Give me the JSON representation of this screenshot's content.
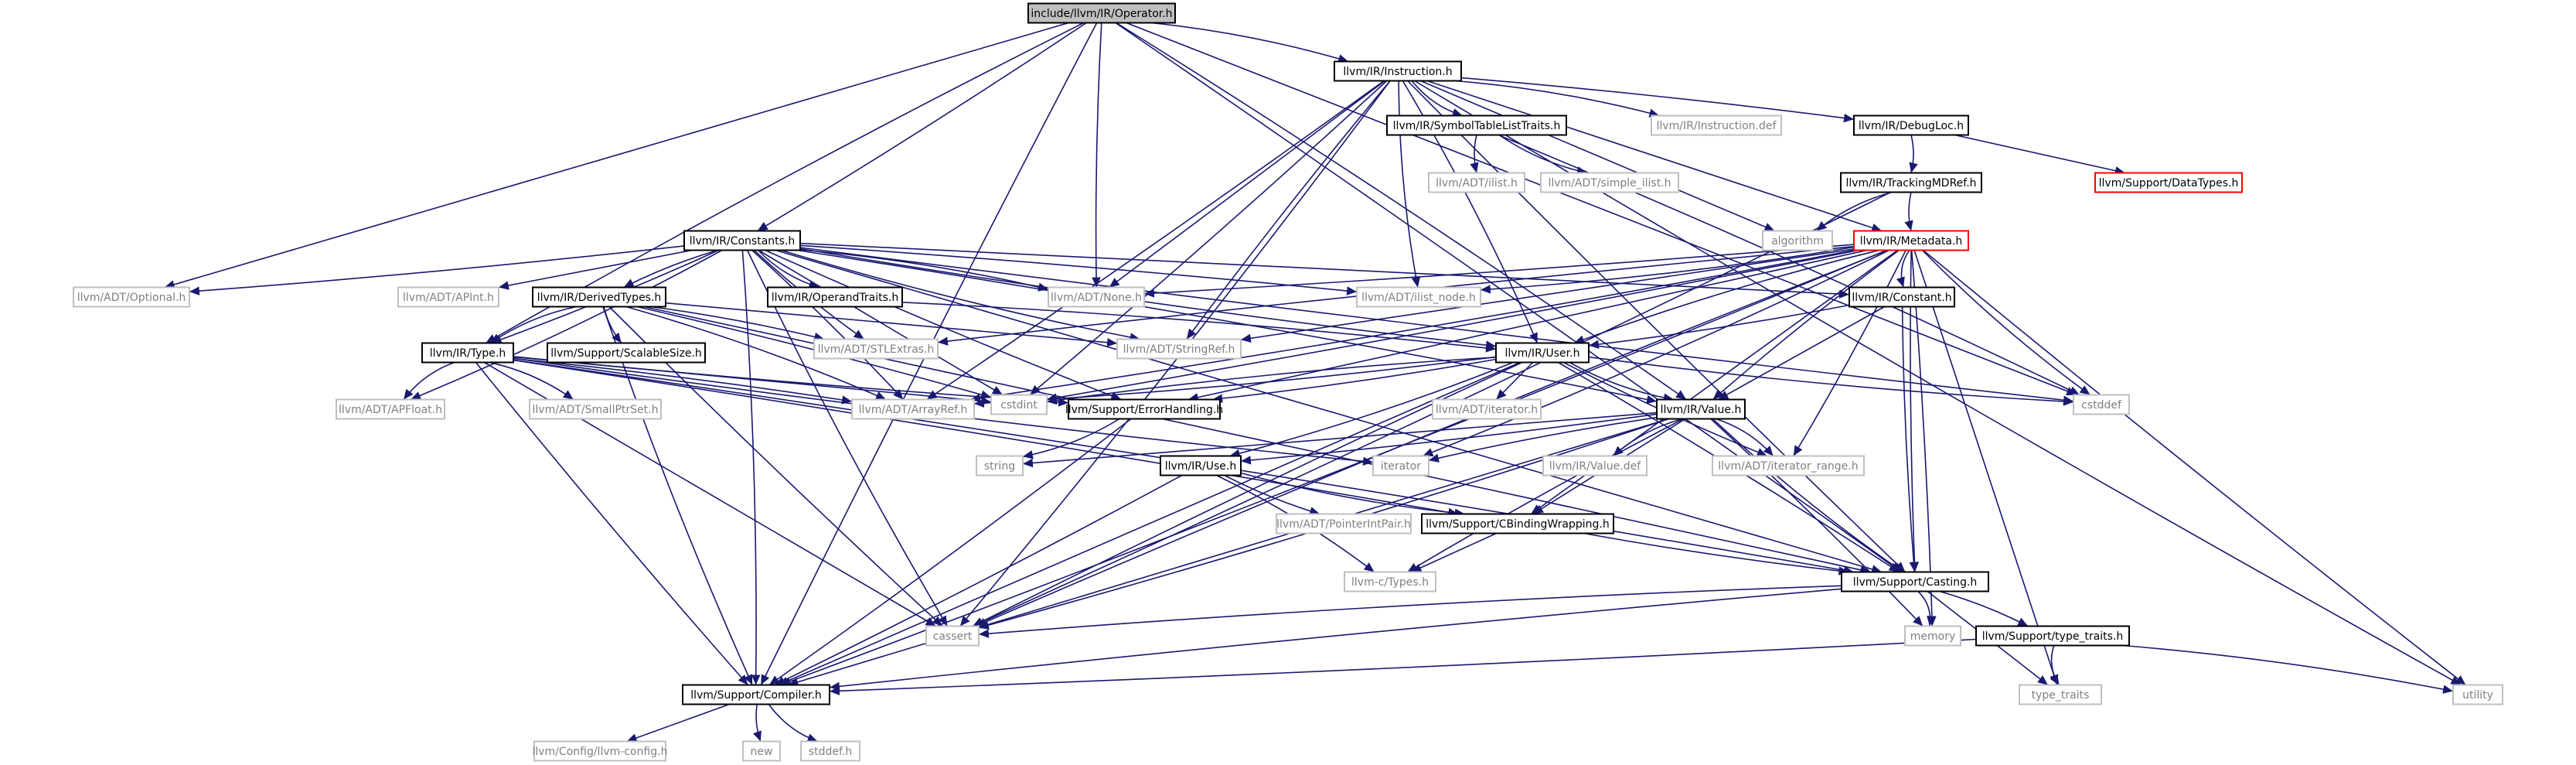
{
  "colors": {
    "edge": "#191970",
    "border_documented": "#000000",
    "border_external": "#bfbfbf",
    "border_truncated": "#ff0000",
    "fill_root": "#bfbfbf",
    "fill_node": "#ffffff",
    "text_documented": "#000000",
    "text_external": "#7f7f7f"
  },
  "nodes": {
    "operator": {
      "label": "include/llvm/IR/Operator.h",
      "kind": "root"
    },
    "instruction": {
      "label": "llvm/IR/Instruction.h",
      "kind": "doc"
    },
    "constants": {
      "label": "llvm/IR/Constants.h",
      "kind": "doc"
    },
    "optional": {
      "label": "llvm/ADT/Optional.h",
      "kind": "ext"
    },
    "none": {
      "label": "llvm/ADT/None.h",
      "kind": "ext"
    },
    "symtab": {
      "label": "llvm/IR/SymbolTableListTraits.h",
      "kind": "doc"
    },
    "instrdef": {
      "label": "llvm/IR/Instruction.def",
      "kind": "ext"
    },
    "debugloc": {
      "label": "llvm/IR/DebugLoc.h",
      "kind": "doc"
    },
    "datatypes": {
      "label": "llvm/Support/DataTypes.h",
      "kind": "trunc"
    },
    "ilist": {
      "label": "llvm/ADT/ilist.h",
      "kind": "ext"
    },
    "simpleilist": {
      "label": "llvm/ADT/simple_ilist.h",
      "kind": "ext"
    },
    "trackingmd": {
      "label": "llvm/IR/TrackingMDRef.h",
      "kind": "doc"
    },
    "algorithm": {
      "label": "algorithm",
      "kind": "ext"
    },
    "metadata": {
      "label": "llvm/IR/Metadata.h",
      "kind": "trunc"
    },
    "apint": {
      "label": "llvm/ADT/APInt.h",
      "kind": "ext"
    },
    "derivedtypes": {
      "label": "llvm/IR/DerivedTypes.h",
      "kind": "doc"
    },
    "operandtraits": {
      "label": "llvm/IR/OperandTraits.h",
      "kind": "doc"
    },
    "ilistnode": {
      "label": "llvm/ADT/ilist_node.h",
      "kind": "ext"
    },
    "constant": {
      "label": "llvm/IR/Constant.h",
      "kind": "doc"
    },
    "stlextras": {
      "label": "llvm/ADT/STLExtras.h",
      "kind": "ext"
    },
    "stringref": {
      "label": "llvm/ADT/StringRef.h",
      "kind": "ext"
    },
    "scalablesize": {
      "label": "llvm/Support/ScalableSize.h",
      "kind": "doc"
    },
    "type": {
      "label": "llvm/IR/Type.h",
      "kind": "doc"
    },
    "user": {
      "label": "llvm/IR/User.h",
      "kind": "doc"
    },
    "cstddef": {
      "label": "cstddef",
      "kind": "ext"
    },
    "apfloat": {
      "label": "llvm/ADT/APFloat.h",
      "kind": "ext"
    },
    "smallptrset": {
      "label": "llvm/ADT/SmallPtrSet.h",
      "kind": "ext"
    },
    "arrayref": {
      "label": "llvm/ADT/ArrayRef.h",
      "kind": "ext"
    },
    "cstdint": {
      "label": "cstdint",
      "kind": "ext"
    },
    "errorhandling": {
      "label": "llvm/Support/ErrorHandling.h",
      "kind": "doc"
    },
    "iteratorh": {
      "label": "llvm/ADT/iterator.h",
      "kind": "ext"
    },
    "value": {
      "label": "llvm/IR/Value.h",
      "kind": "doc"
    },
    "string": {
      "label": "string",
      "kind": "ext"
    },
    "iterator": {
      "label": "iterator",
      "kind": "ext"
    },
    "valuedef": {
      "label": "llvm/IR/Value.def",
      "kind": "ext"
    },
    "iterrange": {
      "label": "llvm/ADT/iterator_range.h",
      "kind": "ext"
    },
    "use": {
      "label": "llvm/IR/Use.h",
      "kind": "doc"
    },
    "pointerintpair": {
      "label": "llvm/ADT/PointerIntPair.h",
      "kind": "ext"
    },
    "cbinding": {
      "label": "llvm/Support/CBindingWrapping.h",
      "kind": "doc"
    },
    "ctypes": {
      "label": "llvm-c/Types.h",
      "kind": "ext"
    },
    "casting": {
      "label": "llvm/Support/Casting.h",
      "kind": "doc"
    },
    "cassert": {
      "label": "cassert",
      "kind": "ext"
    },
    "memory": {
      "label": "memory",
      "kind": "ext"
    },
    "typetraitsh": {
      "label": "llvm/Support/type_traits.h",
      "kind": "doc"
    },
    "compiler": {
      "label": "llvm/Support/Compiler.h",
      "kind": "doc"
    },
    "typetraits": {
      "label": "type_traits",
      "kind": "ext"
    },
    "utility": {
      "label": "utility",
      "kind": "ext"
    },
    "llvmconfig": {
      "label": "llvm/Config/llvm-config.h",
      "kind": "ext"
    },
    "new": {
      "label": "new",
      "kind": "ext"
    },
    "stddef": {
      "label": "stddef.h",
      "kind": "ext"
    }
  },
  "edges": [
    [
      "operator",
      "instruction"
    ],
    [
      "operator",
      "constants"
    ],
    [
      "operator",
      "optional"
    ],
    [
      "operator",
      "none"
    ],
    [
      "operator",
      "type"
    ],
    [
      "operator",
      "value"
    ],
    [
      "operator",
      "casting"
    ],
    [
      "operator",
      "cstddef"
    ],
    [
      "operator",
      "compiler"
    ],
    [
      "instruction",
      "symtab"
    ],
    [
      "instruction",
      "instrdef"
    ],
    [
      "instruction",
      "debugloc"
    ],
    [
      "instruction",
      "none"
    ],
    [
      "instruction",
      "stringref"
    ],
    [
      "instruction",
      "ilistnode"
    ],
    [
      "instruction",
      "user"
    ],
    [
      "instruction",
      "cstdint"
    ],
    [
      "instruction",
      "algorithm"
    ],
    [
      "instruction",
      "casting"
    ],
    [
      "instruction",
      "utility"
    ],
    [
      "instruction",
      "cassert"
    ],
    [
      "instruction",
      "arrayref"
    ],
    [
      "instruction",
      "metadata"
    ],
    [
      "symtab",
      "ilist"
    ],
    [
      "symtab",
      "simpleilist"
    ],
    [
      "symtab",
      "cstddef"
    ],
    [
      "debugloc",
      "trackingmd"
    ],
    [
      "debugloc",
      "datatypes"
    ],
    [
      "trackingmd",
      "metadata"
    ],
    [
      "trackingmd",
      "algorithm"
    ],
    [
      "trackingmd",
      "cassert"
    ],
    [
      "metadata",
      "none"
    ],
    [
      "metadata",
      "stringref"
    ],
    [
      "metadata",
      "stlextras"
    ],
    [
      "metadata",
      "constant"
    ],
    [
      "metadata",
      "arrayref"
    ],
    [
      "metadata",
      "cstdint"
    ],
    [
      "metadata",
      "errorhandling"
    ],
    [
      "metadata",
      "value"
    ],
    [
      "metadata",
      "user"
    ],
    [
      "metadata",
      "ilistnode"
    ],
    [
      "metadata",
      "iterrange"
    ],
    [
      "metadata",
      "cbinding"
    ],
    [
      "metadata",
      "casting"
    ],
    [
      "metadata",
      "cstddef"
    ],
    [
      "metadata",
      "iterator"
    ],
    [
      "metadata",
      "memory"
    ],
    [
      "metadata",
      "typetraits"
    ],
    [
      "metadata",
      "utility"
    ],
    [
      "metadata",
      "cassert"
    ],
    [
      "metadata",
      "compiler"
    ],
    [
      "constants",
      "optional"
    ],
    [
      "constants",
      "apint"
    ],
    [
      "constants",
      "derivedtypes"
    ],
    [
      "constants",
      "operandtraits"
    ],
    [
      "constants",
      "none"
    ],
    [
      "constants",
      "ilistnode"
    ],
    [
      "constants",
      "constant"
    ],
    [
      "constants",
      "stlextras"
    ],
    [
      "constants",
      "stringref"
    ],
    [
      "constants",
      "apfloat"
    ],
    [
      "constants",
      "arrayref"
    ],
    [
      "constants",
      "cstdint"
    ],
    [
      "constants",
      "errorhandling"
    ],
    [
      "constants",
      "user"
    ],
    [
      "constants",
      "value"
    ],
    [
      "constants",
      "type"
    ],
    [
      "constants",
      "casting"
    ],
    [
      "constants",
      "cstddef"
    ],
    [
      "constants",
      "cassert"
    ],
    [
      "constants",
      "compiler"
    ],
    [
      "derivedtypes",
      "stlextras"
    ],
    [
      "derivedtypes",
      "stringref"
    ],
    [
      "derivedtypes",
      "scalablesize"
    ],
    [
      "derivedtypes",
      "type"
    ],
    [
      "derivedtypes",
      "arrayref"
    ],
    [
      "derivedtypes",
      "cstdint"
    ],
    [
      "derivedtypes",
      "casting"
    ],
    [
      "derivedtypes",
      "cassert"
    ],
    [
      "derivedtypes",
      "compiler"
    ],
    [
      "operandtraits",
      "user"
    ],
    [
      "constant",
      "user"
    ],
    [
      "constant",
      "value"
    ],
    [
      "constant",
      "casting"
    ],
    [
      "type",
      "apfloat"
    ],
    [
      "type",
      "smallptrset"
    ],
    [
      "type",
      "arrayref"
    ],
    [
      "type",
      "cstdint"
    ],
    [
      "type",
      "errorhandling"
    ],
    [
      "type",
      "iterator"
    ],
    [
      "type",
      "casting"
    ],
    [
      "type",
      "cbinding"
    ],
    [
      "type",
      "cassert"
    ],
    [
      "type",
      "compiler"
    ],
    [
      "user",
      "cstdint"
    ],
    [
      "user",
      "arrayref"
    ],
    [
      "user",
      "errorhandling"
    ],
    [
      "user",
      "iteratorh"
    ],
    [
      "user",
      "iterrange"
    ],
    [
      "user",
      "value"
    ],
    [
      "user",
      "use"
    ],
    [
      "user",
      "casting"
    ],
    [
      "user",
      "compiler"
    ],
    [
      "user",
      "cassert"
    ],
    [
      "user",
      "cstddef"
    ],
    [
      "errorhandling",
      "string"
    ],
    [
      "errorhandling",
      "compiler"
    ],
    [
      "value",
      "string"
    ],
    [
      "value",
      "iterator"
    ],
    [
      "value",
      "valuedef"
    ],
    [
      "value",
      "iterrange"
    ],
    [
      "value",
      "use"
    ],
    [
      "value",
      "cbinding"
    ],
    [
      "value",
      "ctypes"
    ],
    [
      "value",
      "casting"
    ],
    [
      "value",
      "cassert"
    ],
    [
      "value",
      "memory"
    ],
    [
      "value",
      "compiler"
    ],
    [
      "use",
      "pointerintpair"
    ],
    [
      "use",
      "cbinding"
    ],
    [
      "use",
      "ctypes"
    ],
    [
      "use",
      "compiler"
    ],
    [
      "cbinding",
      "ctypes"
    ],
    [
      "cbinding",
      "casting"
    ],
    [
      "casting",
      "cassert"
    ],
    [
      "casting",
      "memory"
    ],
    [
      "casting",
      "typetraitsh"
    ],
    [
      "casting",
      "typetraits"
    ],
    [
      "casting",
      "compiler"
    ],
    [
      "typetraitsh",
      "typetraits"
    ],
    [
      "typetraitsh",
      "utility"
    ],
    [
      "typetraitsh",
      "compiler"
    ],
    [
      "compiler",
      "llvmconfig"
    ],
    [
      "compiler",
      "new"
    ],
    [
      "compiler",
      "stddef"
    ]
  ]
}
